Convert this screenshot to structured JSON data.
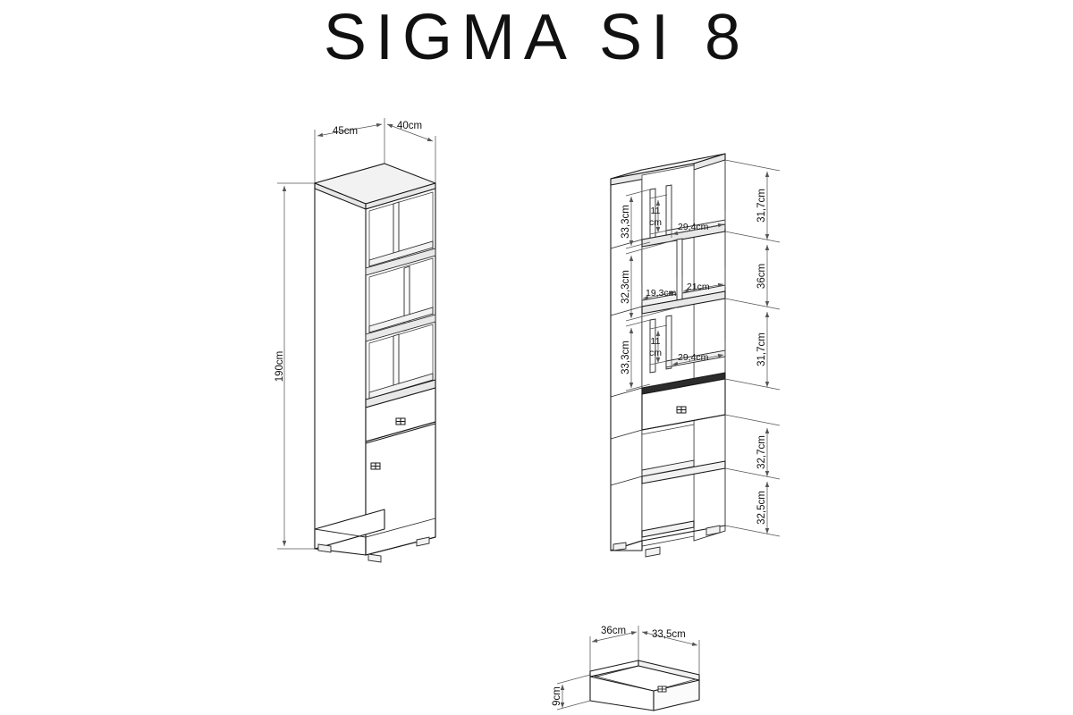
{
  "document": {
    "title": "SIGMA SI 8",
    "type": "furniture-assembly-dimension-drawing",
    "background_color": "#ffffff",
    "line_color": "#1a1a1a",
    "dimension_line_color": "#555555"
  },
  "views": {
    "front_view": {
      "name": "closed-cabinet-isometric-view",
      "dimensions": {
        "width": "45cm",
        "depth": "40cm",
        "height": "190cm"
      },
      "features": {
        "open_shelves": 3,
        "drawers": 1,
        "doors": 1,
        "feet": 4
      }
    },
    "interior_view": {
      "name": "open-cabinet-isometric-view",
      "right_dimension_chain": [
        "31,7cm",
        "36cm",
        "31,7cm",
        "32,7cm",
        "32,5cm"
      ],
      "left_dimension_chain": [
        "33,3cm",
        "32,3cm",
        "33,3cm"
      ],
      "inner_compartment_labels": [
        {
          "height": "11 cm",
          "height_line1": "11",
          "height_line2": "cm",
          "width": "29,4cm"
        },
        {
          "width_left": "19,3cm",
          "width_right": "21cm"
        },
        {
          "height": "11 cm",
          "height_line1": "11",
          "height_line2": "cm",
          "width": "29,4cm"
        }
      ]
    },
    "drawer_detail": {
      "name": "drawer-box-isometric-detail",
      "dimensions": {
        "width": "36cm",
        "depth": "33,5cm",
        "height": "9cm"
      }
    }
  },
  "labels": {
    "w45": "45cm",
    "d40": "40cm",
    "h190": "190cm",
    "r1": "31,7cm",
    "r2": "36cm",
    "r3": "31,7cm",
    "r4": "32,7cm",
    "r5": "32,5cm",
    "l1": "33,3cm",
    "l2": "32,3cm",
    "l3": "33,3cm",
    "c1h1": "11",
    "c1h2": "cm",
    "c1w": "29,4cm",
    "c2wl": "19,3cm",
    "c2wr": "21cm",
    "c3h1": "11",
    "c3h2": "cm",
    "c3w": "29,4cm",
    "dw36": "36cm",
    "dd335": "33,5cm",
    "dh9": "9cm"
  }
}
